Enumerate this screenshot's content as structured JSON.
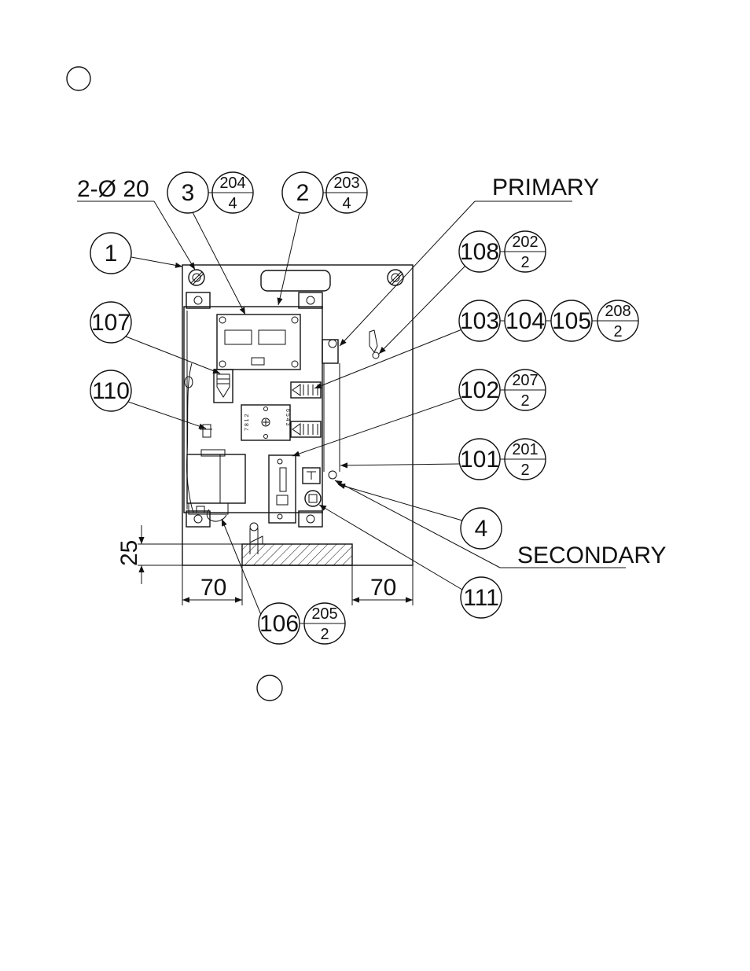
{
  "title": "",
  "labels": {
    "hole_callout": "2-Ø 20",
    "primary": "PRIMARY",
    "secondary": "SECONDARY"
  },
  "dimensions": {
    "height_25": "25",
    "left_70": "70",
    "right_70": "70"
  },
  "terminal_numbers": {
    "left_column": "7 8 1 2",
    "right_column": "6 5 4 3"
  },
  "callouts": [
    {
      "id": "c1",
      "number": "1"
    },
    {
      "id": "c3",
      "number": "3",
      "ref": "204",
      "qty": "4"
    },
    {
      "id": "c2",
      "number": "2",
      "ref": "203",
      "qty": "4"
    },
    {
      "id": "c108",
      "number": "108",
      "ref": "202",
      "qty": "2"
    },
    {
      "id": "c103",
      "number": "103"
    },
    {
      "id": "c104",
      "number": "104"
    },
    {
      "id": "c105",
      "number": "105",
      "ref": "208",
      "qty": "2"
    },
    {
      "id": "c107",
      "number": "107"
    },
    {
      "id": "c110",
      "number": "110"
    },
    {
      "id": "c102",
      "number": "102",
      "ref": "207",
      "qty": "2"
    },
    {
      "id": "c101",
      "number": "101",
      "ref": "201",
      "qty": "2"
    },
    {
      "id": "c4",
      "number": "4"
    },
    {
      "id": "c111",
      "number": "111"
    },
    {
      "id": "c106",
      "number": "106",
      "ref": "205",
      "qty": "2"
    }
  ]
}
